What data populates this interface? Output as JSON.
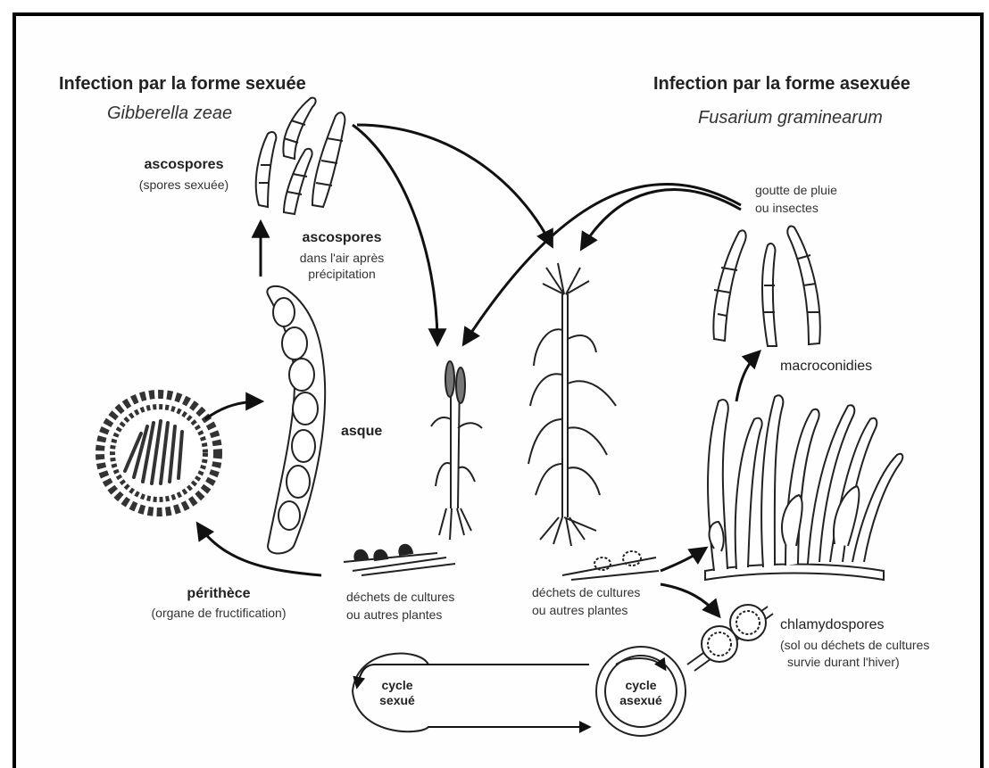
{
  "left_header": {
    "title": "Infection par la forme sexuée",
    "species": "Gibberella zeae"
  },
  "right_header": {
    "title": "Infection par la forme asexuée",
    "species": "Fusarium graminearum"
  },
  "labels": {
    "ascospores_title": "ascospores",
    "ascospores_sub": "(spores sexuée)",
    "air_title": "ascospores",
    "air_line1": "dans l'air après",
    "air_line2": "précipitation",
    "asque": "asque",
    "perithece_title": "périthèce",
    "perithece_sub": "(organe de fructification)",
    "debris_left_1": "déchets de cultures",
    "debris_left_2": "ou autres plantes",
    "debris_right_1": "déchets de cultures",
    "debris_right_2": "ou autres plantes",
    "rain_1": "goutte de pluie",
    "rain_2": "ou insectes",
    "macroconidies": "macroconidies",
    "chlamy_title": "chlamydospores",
    "chlamy_sub1": "(sol ou déchets de cultures",
    "chlamy_sub2": "survie durant l'hiver)",
    "cycle_sexual_1": "cycle",
    "cycle_sexual_2": "sexué",
    "cycle_asexual_1": "cycle",
    "cycle_asexual_2": "asexué"
  }
}
